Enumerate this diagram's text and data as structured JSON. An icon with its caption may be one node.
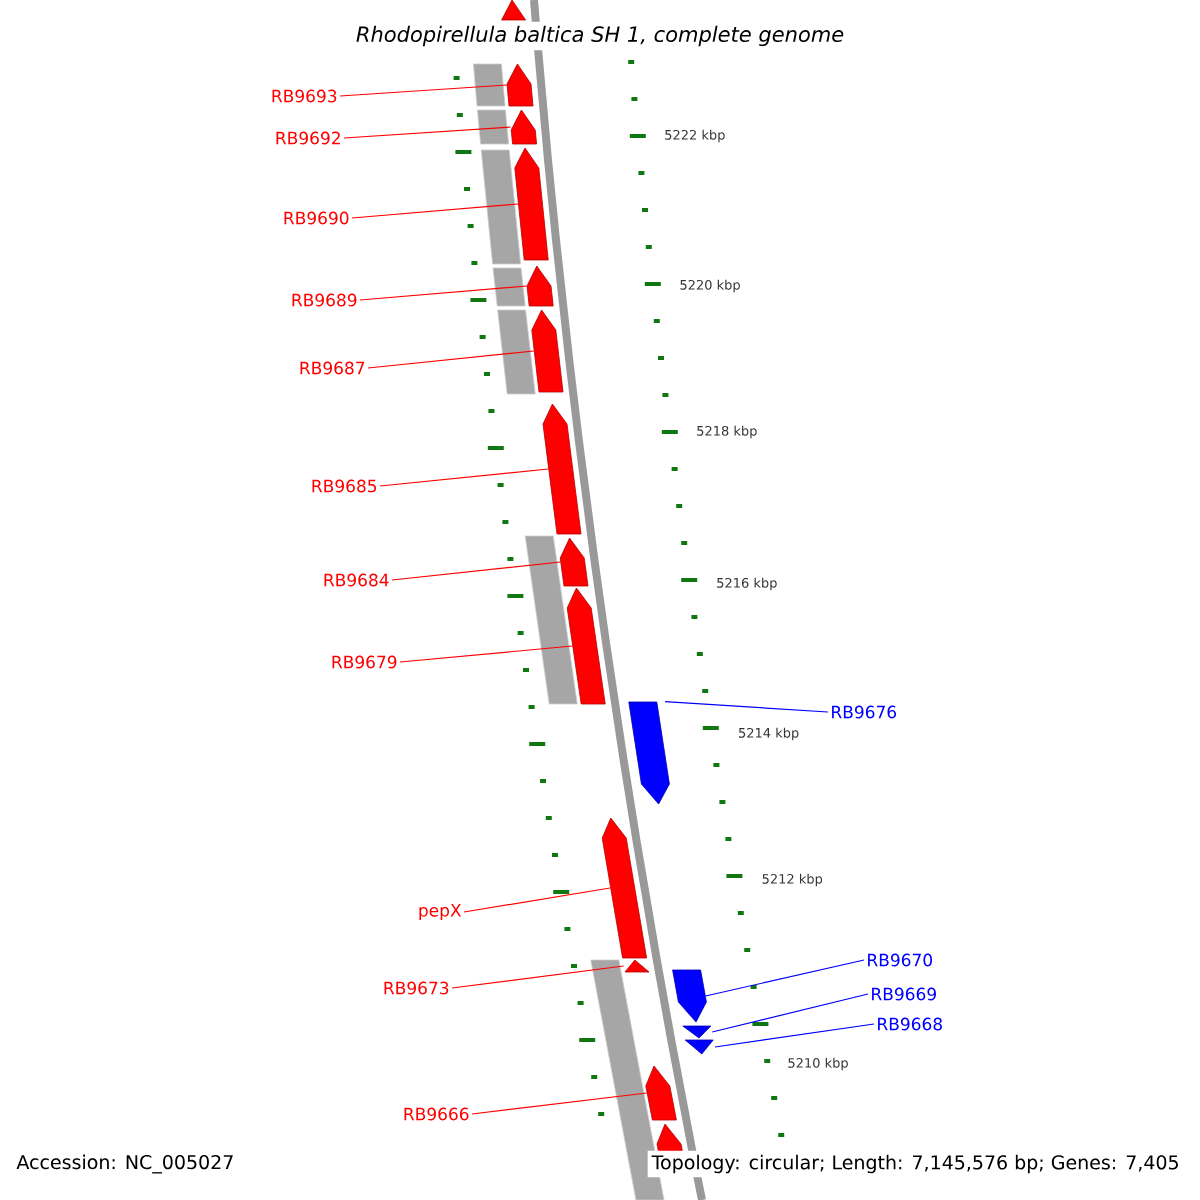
{
  "diagram": {
    "title": "Rhodopirellula baltica SH 1, complete genome",
    "nodes": [
      {
        "text": [
          "RB9693"
        ]
      },
      {
        "text": [
          "RB9692"
        ]
      },
      {
        "text": [
          "RB9690"
        ]
      },
      {
        "text": [
          "RB9689"
        ]
      },
      {
        "text": [
          "RB9687"
        ]
      },
      {
        "text": [
          "RB9685"
        ]
      },
      {
        "text": [
          "RB9684"
        ]
      },
      {
        "text": [
          "RB9679"
        ]
      },
      {
        "text": [
          "RB9676"
        ]
      },
      {
        "text": [
          "pepX"
        ]
      },
      {
        "text": [
          "RB9673"
        ]
      },
      {
        "text": [
          "RB9670"
        ]
      },
      {
        "text": [
          "RB9669"
        ]
      },
      {
        "text": [
          "RB9668"
        ]
      },
      {
        "text": [
          "RB9666"
        ]
      },
      {
        "text": [],
        "shape": "arrow"
      },
      {
        "text": [],
        "shape": "arrow"
      },
      {
        "text": [],
        "shape": "arrow"
      },
      {
        "text": [],
        "shape": "arrow"
      },
      {
        "text": [],
        "shape": "arrow"
      },
      {
        "text": [],
        "shape": "arrow"
      },
      {
        "text": [],
        "shape": "arrow"
      },
      {
        "text": [],
        "shape": "arrow"
      },
      {
        "text": [],
        "shape": "arrow"
      },
      {
        "text": [],
        "shape": "arrow"
      },
      {
        "text": [],
        "shape": "arrow"
      },
      {
        "text": [],
        "shape": "arrow"
      },
      {
        "text": [],
        "shape": "arrow"
      },
      {
        "text": [],
        "shape": "arrow"
      },
      {
        "text": [],
        "shape": "arrow"
      },
      {
        "text": [],
        "shape": "arrow"
      },
      {
        "text": [],
        "shape": "arrow"
      }
    ],
    "edges": [
      {
        "from": 0,
        "to": 16,
        "arrow": "none"
      },
      {
        "from": 1,
        "to": 17,
        "arrow": "none"
      },
      {
        "from": 2,
        "to": 18,
        "arrow": "none"
      },
      {
        "from": 3,
        "to": 19,
        "arrow": "none"
      },
      {
        "from": 4,
        "to": 20,
        "arrow": "none"
      },
      {
        "from": 5,
        "to": 21,
        "arrow": "none"
      },
      {
        "from": 6,
        "to": 22,
        "arrow": "none"
      },
      {
        "from": 7,
        "to": 23,
        "arrow": "none"
      },
      {
        "from": 8,
        "to": 24,
        "arrow": "none",
        "color": "#0000ff"
      },
      {
        "from": 9,
        "to": 25,
        "arrow": "none"
      },
      {
        "from": 10,
        "to": 26,
        "arrow": "none"
      },
      {
        "from": 11,
        "to": 27,
        "arrow": "none",
        "color": "#0000ff"
      },
      {
        "from": 12,
        "to": 28,
        "arrow": "none",
        "color": "#0000ff"
      },
      {
        "from": 13,
        "to": 29,
        "arrow": "none",
        "color": "#0000ff"
      },
      {
        "from": 14,
        "to": 30,
        "arrow": "none"
      }
    ],
    "labels": [
      "5222 kbp",
      "5220 kbp",
      "5218 kbp",
      "5216 kbp",
      "5214 kbp",
      "5212 kbp",
      "5210 kbp",
      "Accession: NC_005027",
      "Topology: circular; Length: 7,145,576 bp; Genes: 7,405"
    ]
  }
}
